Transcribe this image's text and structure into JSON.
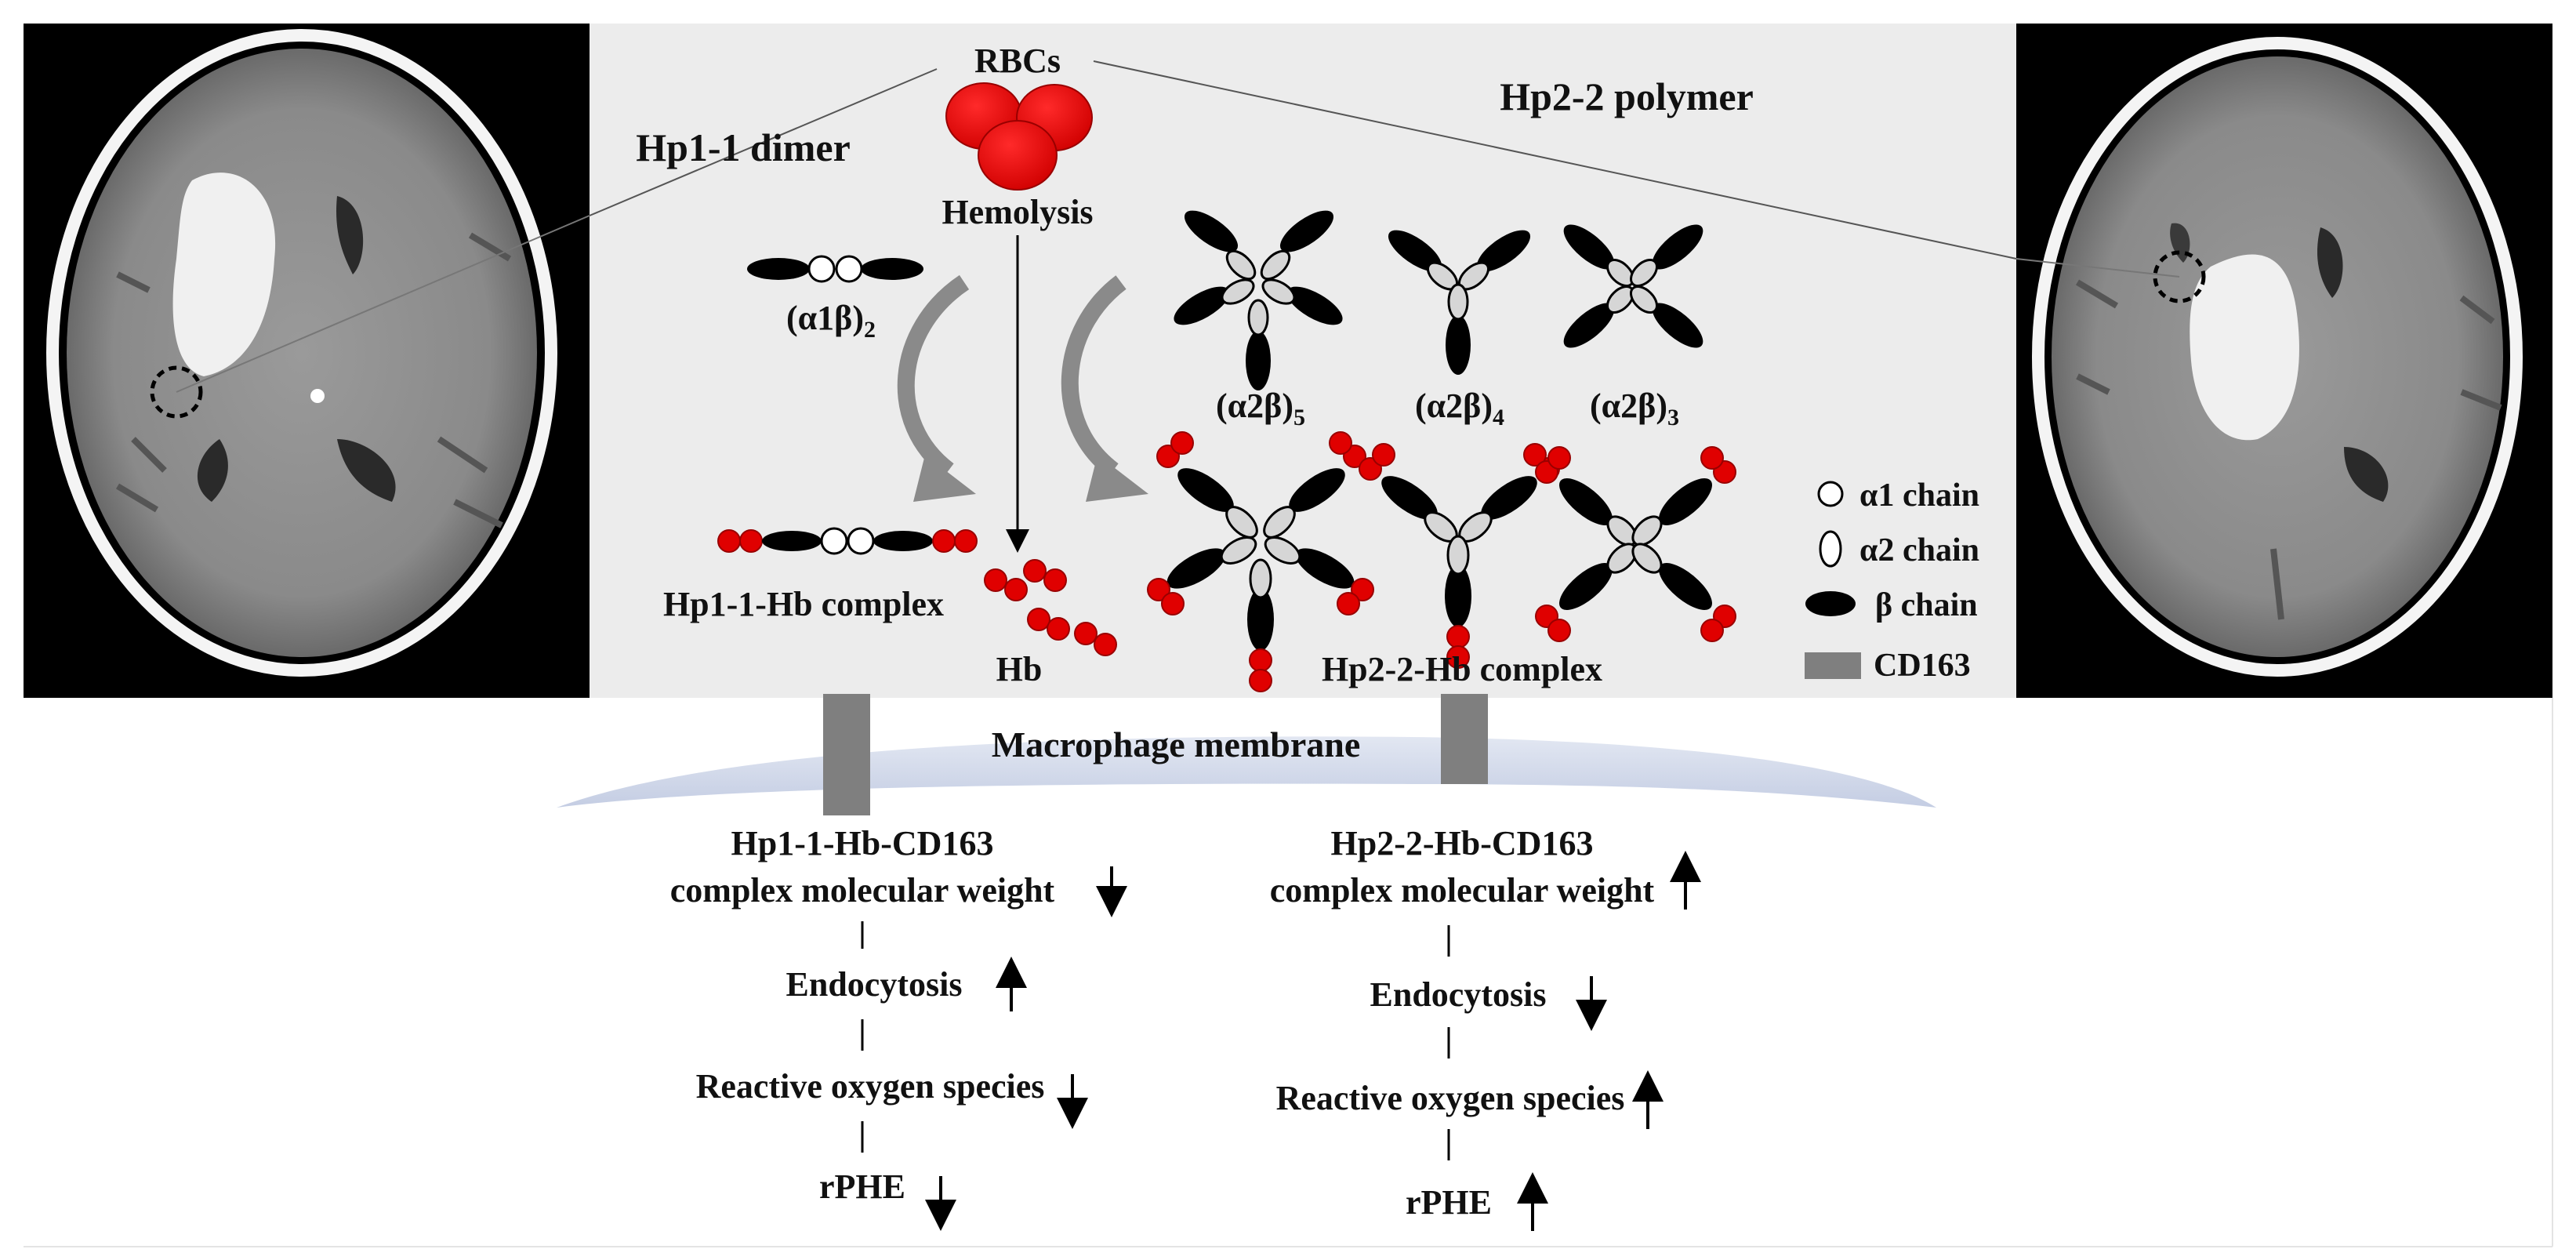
{
  "figure": {
    "left_scan": {
      "name": "CT scan, Hp1-1 case"
    },
    "right_scan": {
      "name": "CT scan, Hp2-2 case"
    },
    "top": {
      "rbcs_label": "RBCs",
      "hp11_title": "Hp1-1 dimer",
      "hp22_title": "Hp2-2 polymer",
      "hemolysis_label": "Hemolysis",
      "dimer_formula": {
        "base": "(α1β)",
        "sub": "2"
      },
      "polymer_formulas": [
        {
          "base": "(α2β)",
          "sub": "5"
        },
        {
          "base": "(α2β)",
          "sub": "4"
        },
        {
          "base": "(α2β)",
          "sub": "3"
        }
      ],
      "hp11_complex_label": "Hp1-1-Hb complex",
      "hb_label": "Hb",
      "hp22_complex_label": "Hp2-2-Hb complex"
    },
    "legend": [
      {
        "icon": "white-circle",
        "label": "α1 chain"
      },
      {
        "icon": "white-ellipse",
        "label": "α2 chain"
      },
      {
        "icon": "black-ellipse",
        "label": "β chain"
      },
      {
        "icon": "gray-rectangle",
        "label": "CD163"
      }
    ],
    "membrane_label": "Macrophage membrane",
    "left_cascade": [
      {
        "lines": [
          "Hp1-1-Hb-CD163",
          "complex molecular weight"
        ],
        "arrow": "down"
      },
      {
        "lines": [
          "Endocytosis"
        ],
        "arrow": "up"
      },
      {
        "lines": [
          "Reactive oxygen species"
        ],
        "arrow": "down"
      },
      {
        "lines": [
          "rPHE"
        ],
        "arrow": "down"
      }
    ],
    "right_cascade": [
      {
        "lines": [
          "Hp2-2-Hb-CD163",
          "complex molecular weight"
        ],
        "arrow": "up"
      },
      {
        "lines": [
          "Endocytosis"
        ],
        "arrow": "down"
      },
      {
        "lines": [
          "Reactive oxygen species"
        ],
        "arrow": "up"
      },
      {
        "lines": [
          "rPHE"
        ],
        "arrow": "up"
      }
    ],
    "colors": {
      "panel_bg": "#ececec",
      "red": "#e00000",
      "dark_red": "#9c0000",
      "beta": "#000000",
      "alpha_fill": "#d6d6d6",
      "cd163": "#7f7f7f",
      "membrane": "#cbd3e8"
    }
  }
}
